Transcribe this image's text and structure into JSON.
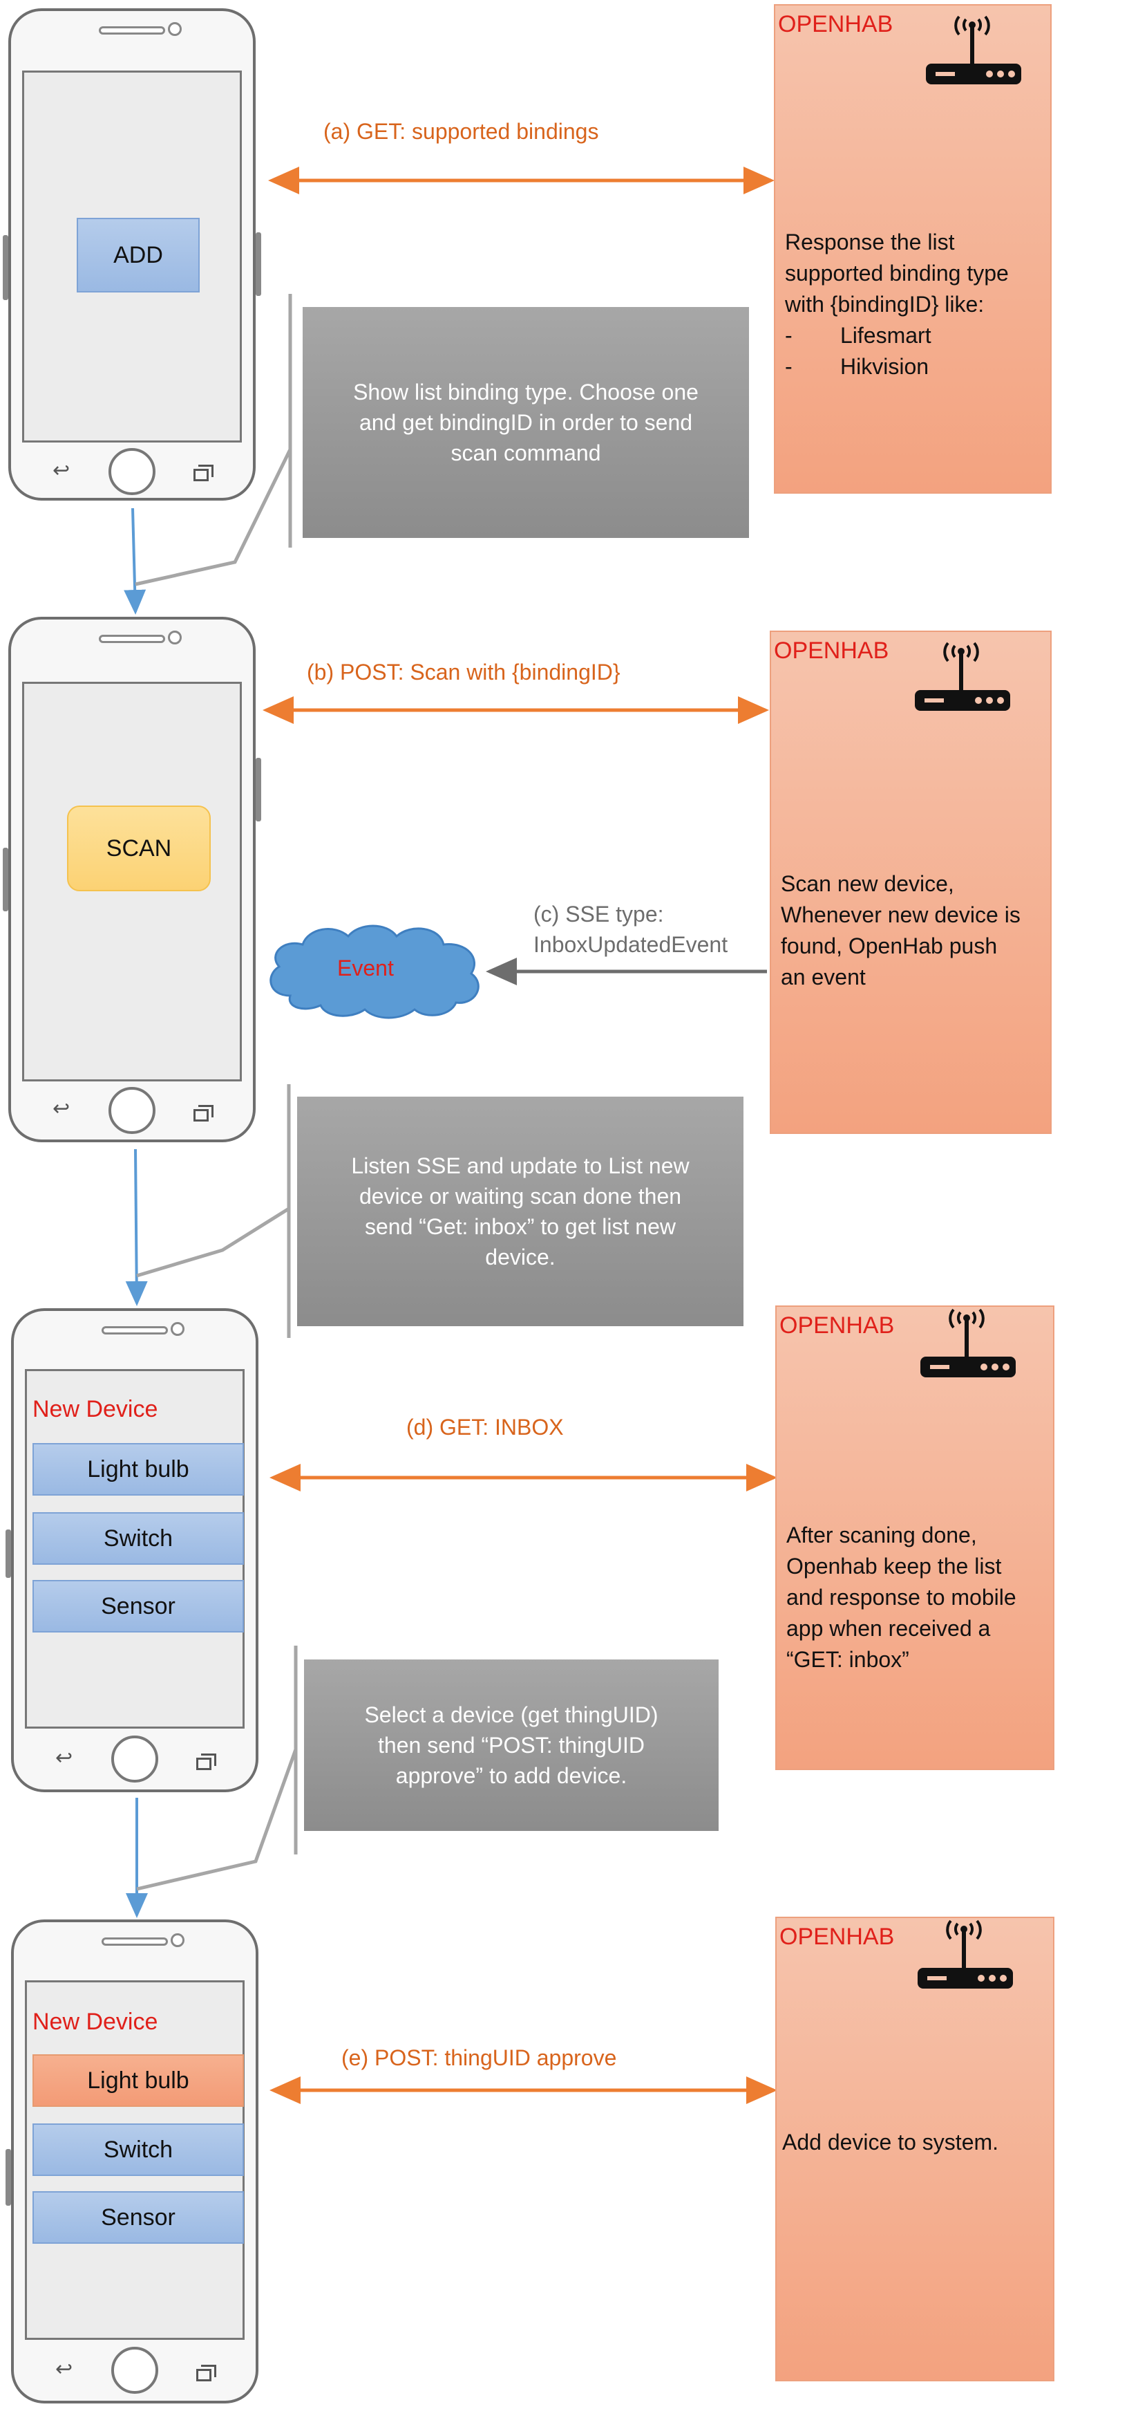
{
  "phones": {
    "p1": {
      "add_label": "ADD"
    },
    "p2": {
      "scan_label": "SCAN"
    },
    "p3": {
      "heading": "New Device",
      "items": [
        "Light bulb",
        "Switch",
        "Sensor"
      ]
    },
    "p4": {
      "heading": "New Device",
      "items": [
        "Light bulb",
        "Switch",
        "Sensor"
      ],
      "selected_index": 0
    }
  },
  "servers": {
    "s1": {
      "title": "OPENHAB",
      "body_lines": [
        "Response the list",
        "supported binding type",
        "with {bindingID} like:"
      ],
      "bullets": [
        "Lifesmart",
        "Hikvision"
      ],
      "bullet_marker": "-"
    },
    "s2": {
      "title": "OPENHAB",
      "body_lines": [
        "Scan new device,",
        "Whenever new device is",
        "found, OpenHab push",
        "an event"
      ]
    },
    "s3": {
      "title": "OPENHAB",
      "body_lines": [
        "After scaning done,",
        "Openhab keep the list",
        "and response to mobile",
        "app when received a",
        "“GET: inbox”"
      ]
    },
    "s4": {
      "title": "OPENHAB",
      "body_lines": [
        "Add device to system."
      ]
    }
  },
  "arrows": {
    "a": "(a) GET: supported bindings",
    "b": "(b) POST: Scan with {bindingID}",
    "c_lines": [
      "(c) SSE type:",
      "InboxUpdatedEvent"
    ],
    "d": "(d) GET: INBOX",
    "e": "(e) POST: thingUID approve"
  },
  "event_label": "Event",
  "notes": {
    "n1_lines": [
      "Show list binding type. Choose one",
      "and get bindingID in order to send",
      "scan command"
    ],
    "n2_lines": [
      "Listen SSE and update to List new",
      "device or waiting scan done then",
      "send “Get: inbox” to get list new",
      "device."
    ],
    "n3_lines": [
      "Select a device (get thingUID)",
      "then send “POST: thingUID",
      "approve” to add device."
    ]
  },
  "colors": {
    "arrow_orange": "#ed7d31",
    "flow_blue": "#5b9bd5",
    "server_fill": "#f4b183",
    "note_gray": "#9a9a9a",
    "title_red": "#e0201a",
    "event_blue": "#5b9bd5"
  },
  "icons": [
    "router-icon",
    "back-icon",
    "home-button-icon",
    "recent-apps-icon",
    "cloud-icon"
  ]
}
